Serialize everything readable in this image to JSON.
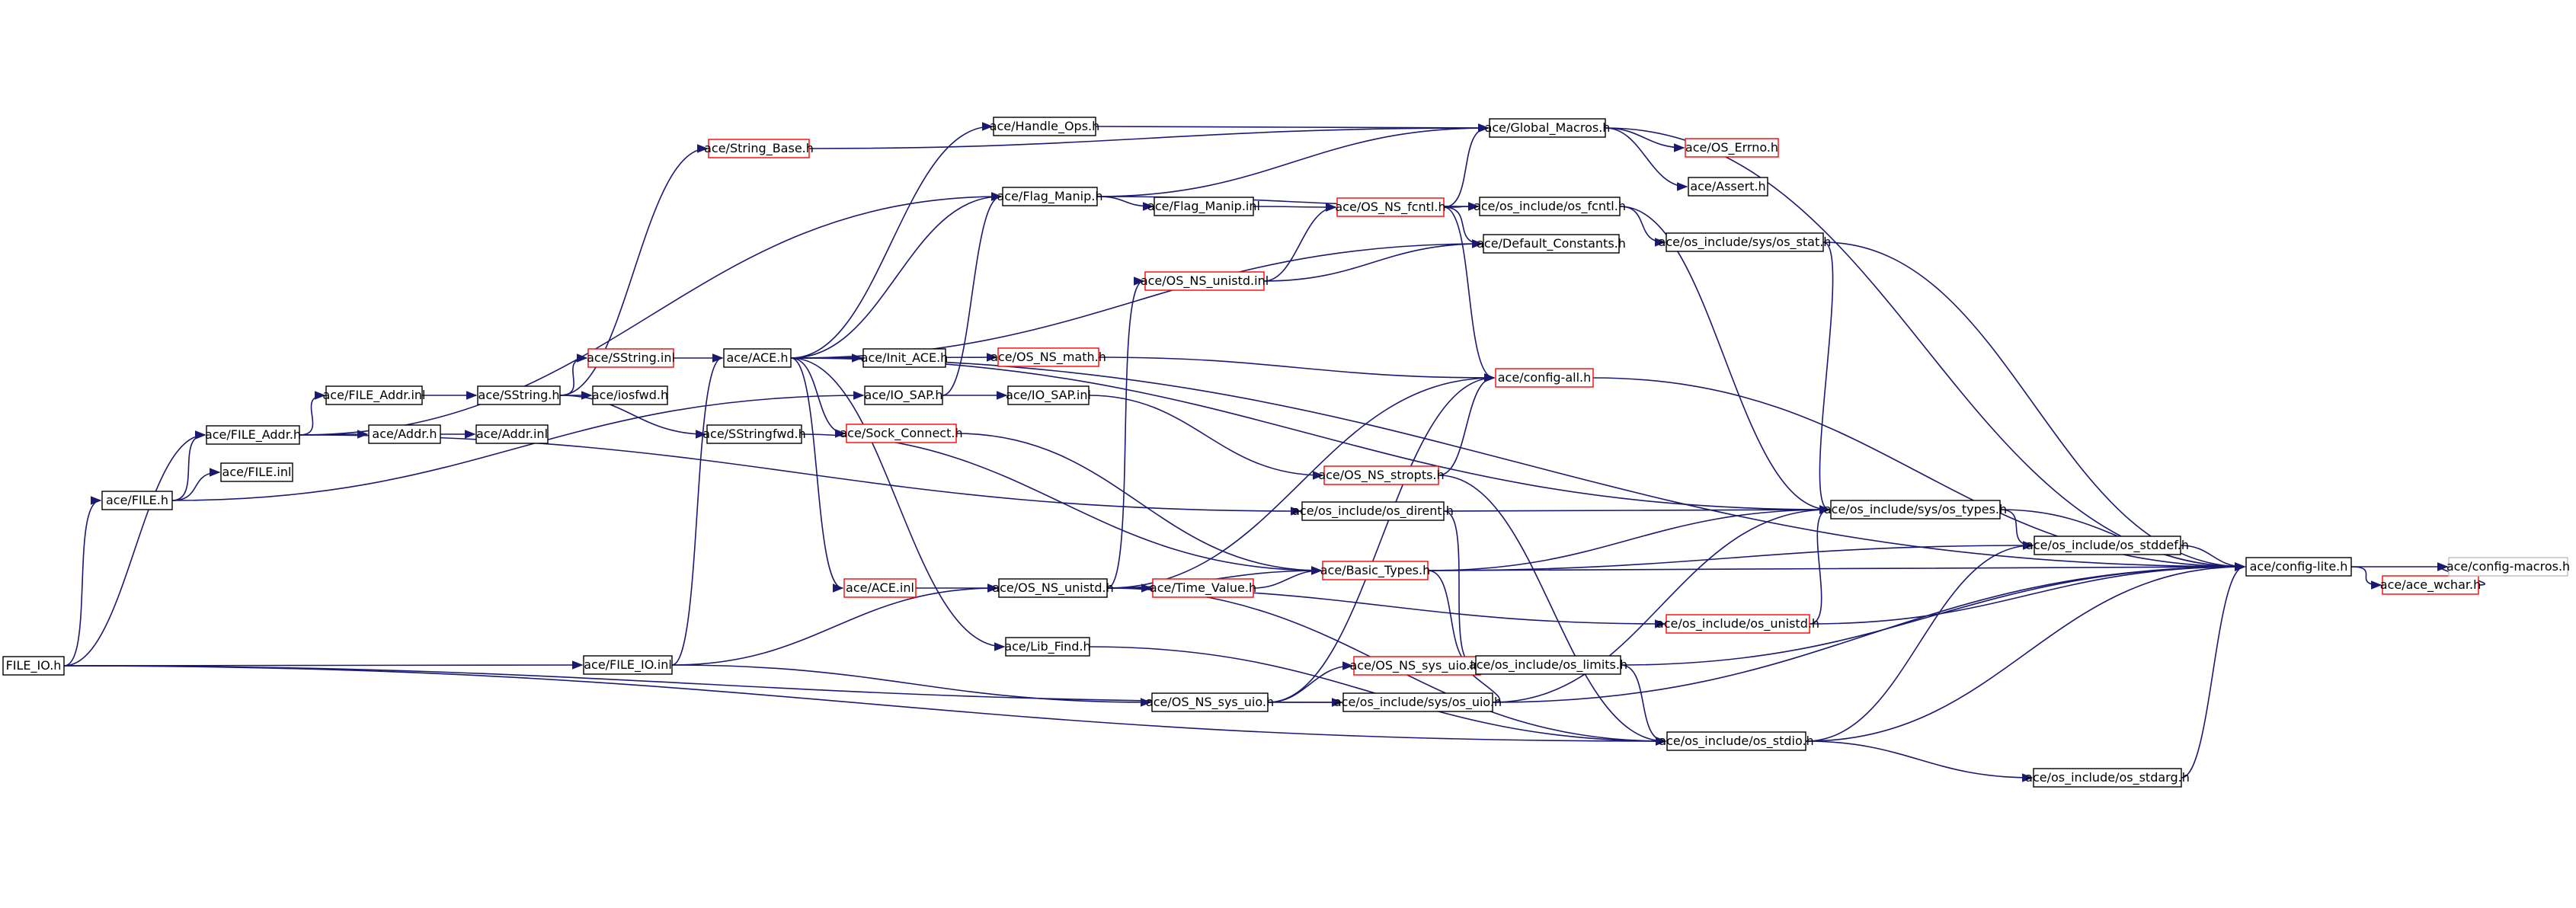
{
  "colors": {
    "edge": "#191970",
    "normal_border": "#000000",
    "truncated_border": "#ff0000",
    "root_fill": "#bfbfbf",
    "external_border": "#bfbfbf"
  },
  "nodes": [
    {
      "id": "file_io_h",
      "label": "FILE_IO.h",
      "style": "root"
    },
    {
      "id": "file_addr_h",
      "label": "ace/FILE_Addr.h",
      "style": "normal"
    },
    {
      "id": "file_h",
      "label": "ace/FILE.h",
      "style": "normal"
    },
    {
      "id": "file_inl",
      "label": "ace/FILE.inl",
      "style": "normal"
    },
    {
      "id": "file_addr_inl",
      "label": "ace/FILE_Addr.inl",
      "style": "normal"
    },
    {
      "id": "addr_h",
      "label": "ace/Addr.h",
      "style": "normal"
    },
    {
      "id": "addr_inl",
      "label": "ace/Addr.inl",
      "style": "normal"
    },
    {
      "id": "sstring_h",
      "label": "ace/SString.h",
      "style": "normal"
    },
    {
      "id": "string_base_h",
      "label": "ace/String_Base.h",
      "style": "truncated"
    },
    {
      "id": "sstring_inl",
      "label": "ace/SString.inl",
      "style": "truncated"
    },
    {
      "id": "iosfwd_h",
      "label": "ace/iosfwd.h",
      "style": "normal"
    },
    {
      "id": "sstringfwd_h",
      "label": "ace/SStringfwd.h",
      "style": "normal"
    },
    {
      "id": "ace_h",
      "label": "ace/ACE.h",
      "style": "normal"
    },
    {
      "id": "handle_ops_h",
      "label": "ace/Handle_Ops.h",
      "style": "normal"
    },
    {
      "id": "flag_manip_h",
      "label": "ace/Flag_Manip.h",
      "style": "normal"
    },
    {
      "id": "flag_manip_inl",
      "label": "ace/Flag_Manip.inl",
      "style": "normal"
    },
    {
      "id": "init_ace_h",
      "label": "ace/Init_ACE.h",
      "style": "normal"
    },
    {
      "id": "io_sap_h",
      "label": "ace/IO_SAP.h",
      "style": "normal"
    },
    {
      "id": "io_sap_inl",
      "label": "ace/IO_SAP.inl",
      "style": "normal"
    },
    {
      "id": "sock_connect_h",
      "label": "ace/Sock_Connect.h",
      "style": "truncated"
    },
    {
      "id": "ace_inl",
      "label": "ace/ACE.inl",
      "style": "truncated"
    },
    {
      "id": "os_ns_unistd_h",
      "label": "ace/OS_NS_unistd.h",
      "style": "normal"
    },
    {
      "id": "lib_find_h",
      "label": "ace/Lib_Find.h",
      "style": "normal"
    },
    {
      "id": "file_io_inl",
      "label": "ace/FILE_IO.inl",
      "style": "normal"
    },
    {
      "id": "os_ns_sys_uio_h",
      "label": "ace/OS_NS_sys_uio.h",
      "style": "normal"
    },
    {
      "id": "os_ns_sys_uio_inl",
      "label": "ace/OS_NS_sys_uio.inl",
      "style": "truncated"
    },
    {
      "id": "os_include_sys_os_uio_h",
      "label": "ace/os_include/sys/os_uio.h",
      "style": "normal"
    },
    {
      "id": "time_value_h",
      "label": "ace/Time_Value.h",
      "style": "truncated"
    },
    {
      "id": "basic_types_h",
      "label": "ace/Basic_Types.h",
      "style": "truncated"
    },
    {
      "id": "os_include_os_dirent_h",
      "label": "ace/os_include/os_dirent.h",
      "style": "normal"
    },
    {
      "id": "os_ns_stropts_h",
      "label": "ace/OS_NS_stropts.h",
      "style": "truncated"
    },
    {
      "id": "os_ns_math_h",
      "label": "ace/OS_NS_math.h",
      "style": "truncated"
    },
    {
      "id": "os_ns_unistd_inl",
      "label": "ace/OS_NS_unistd.inl",
      "style": "truncated"
    },
    {
      "id": "os_ns_fcntl_h",
      "label": "ace/OS_NS_fcntl.h",
      "style": "truncated"
    },
    {
      "id": "config_all_h",
      "label": "ace/config-all.h",
      "style": "truncated"
    },
    {
      "id": "global_macros_h",
      "label": "ace/Global_Macros.h",
      "style": "normal"
    },
    {
      "id": "os_errno_h",
      "label": "ace/OS_Errno.h",
      "style": "truncated"
    },
    {
      "id": "assert_h",
      "label": "ace/Assert.h",
      "style": "normal"
    },
    {
      "id": "os_include_os_fcntl_h",
      "label": "ace/os_include/os_fcntl.h",
      "style": "normal"
    },
    {
      "id": "default_constants_h",
      "label": "ace/Default_Constants.h",
      "style": "normal"
    },
    {
      "id": "os_include_sys_os_stat_h",
      "label": "ace/os_include/sys/os_stat.h",
      "style": "normal"
    },
    {
      "id": "os_include_sys_os_types_h",
      "label": "ace/os_include/sys/os_types.h",
      "style": "normal"
    },
    {
      "id": "os_include_os_stddef_h",
      "label": "ace/os_include/os_stddef.h",
      "style": "normal"
    },
    {
      "id": "os_include_os_unistd_h",
      "label": "ace/os_include/os_unistd.h",
      "style": "truncated"
    },
    {
      "id": "os_include_os_limits_h",
      "label": "ace/os_include/os_limits.h",
      "style": "normal"
    },
    {
      "id": "os_include_os_stdio_h",
      "label": "ace/os_include/os_stdio.h",
      "style": "normal"
    },
    {
      "id": "os_include_os_stdarg_h",
      "label": "ace/os_include/os_stdarg.h",
      "style": "normal"
    },
    {
      "id": "config_lite_h",
      "label": "ace/config-lite.h",
      "style": "normal"
    },
    {
      "id": "ace_wchar_h",
      "label": "ace/ace_wchar.h",
      "style": "truncated"
    },
    {
      "id": "config_macros_h",
      "label": "ace/config-macros.h",
      "style": "external"
    }
  ],
  "edges": [
    [
      "file_io_h",
      "file_addr_h"
    ],
    [
      "file_io_h",
      "file_h"
    ],
    [
      "file_io_h",
      "file_io_inl"
    ],
    [
      "file_io_h",
      "os_include_sys_os_uio_h"
    ],
    [
      "file_io_h",
      "os_include_os_stdio_h"
    ],
    [
      "file_h",
      "file_addr_h"
    ],
    [
      "file_h",
      "file_inl"
    ],
    [
      "file_h",
      "io_sap_h"
    ],
    [
      "file_addr_h",
      "addr_h"
    ],
    [
      "file_addr_h",
      "file_addr_inl"
    ],
    [
      "file_addr_h",
      "flag_manip_h"
    ],
    [
      "file_addr_h",
      "os_include_os_dirent_h"
    ],
    [
      "file_addr_inl",
      "sstring_h"
    ],
    [
      "addr_h",
      "addr_inl"
    ],
    [
      "sstring_h",
      "string_base_h"
    ],
    [
      "sstring_h",
      "sstring_inl"
    ],
    [
      "sstring_h",
      "iosfwd_h"
    ],
    [
      "sstring_h",
      "sstringfwd_h"
    ],
    [
      "string_base_h",
      "global_macros_h"
    ],
    [
      "sstring_inl",
      "ace_h"
    ],
    [
      "sstringfwd_h",
      "basic_types_h"
    ],
    [
      "ace_h",
      "handle_ops_h"
    ],
    [
      "ace_h",
      "flag_manip_h"
    ],
    [
      "ace_h",
      "init_ace_h"
    ],
    [
      "ace_h",
      "os_ns_math_h"
    ],
    [
      "ace_h",
      "sock_connect_h"
    ],
    [
      "ace_h",
      "ace_inl"
    ],
    [
      "ace_h",
      "lib_find_h"
    ],
    [
      "ace_h",
      "default_constants_h"
    ],
    [
      "ace_h",
      "config_lite_h"
    ],
    [
      "ace_h",
      "os_include_sys_os_types_h"
    ],
    [
      "handle_ops_h",
      "global_macros_h"
    ],
    [
      "flag_manip_h",
      "flag_manip_inl"
    ],
    [
      "flag_manip_h",
      "global_macros_h"
    ],
    [
      "flag_manip_h",
      "os_include_os_fcntl_h"
    ],
    [
      "flag_manip_inl",
      "os_ns_fcntl_h"
    ],
    [
      "io_sap_h",
      "flag_manip_h"
    ],
    [
      "io_sap_h",
      "io_sap_inl"
    ],
    [
      "io_sap_inl",
      "os_ns_stropts_h"
    ],
    [
      "sock_connect_h",
      "basic_types_h"
    ],
    [
      "ace_inl",
      "os_ns_unistd_h"
    ],
    [
      "os_ns_unistd_h",
      "time_value_h"
    ],
    [
      "os_ns_unistd_h",
      "basic_types_h"
    ],
    [
      "os_ns_unistd_h",
      "os_ns_unistd_inl"
    ],
    [
      "os_ns_unistd_h",
      "config_all_h"
    ],
    [
      "os_ns_unistd_h",
      "os_include_os_unistd_h"
    ],
    [
      "os_ns_unistd_h",
      "os_include_os_stdio_h"
    ],
    [
      "time_value_h",
      "basic_types_h"
    ],
    [
      "lib_find_h",
      "os_include_os_stdio_h"
    ],
    [
      "file_io_inl",
      "ace_h"
    ],
    [
      "file_io_inl",
      "os_ns_unistd_h"
    ],
    [
      "file_io_inl",
      "os_ns_sys_uio_h"
    ],
    [
      "os_ns_sys_uio_h",
      "os_ns_sys_uio_inl"
    ],
    [
      "os_ns_sys_uio_h",
      "os_include_sys_os_uio_h"
    ],
    [
      "os_ns_sys_uio_h",
      "config_all_h"
    ],
    [
      "os_include_sys_os_uio_h",
      "os_include_os_limits_h"
    ],
    [
      "os_include_sys_os_uio_h",
      "os_include_sys_os_types_h"
    ],
    [
      "os_include_sys_os_uio_h",
      "config_lite_h"
    ],
    [
      "basic_types_h",
      "os_include_os_limits_h"
    ],
    [
      "basic_types_h",
      "os_include_os_stddef_h"
    ],
    [
      "basic_types_h",
      "config_lite_h"
    ],
    [
      "basic_types_h",
      "os_include_sys_os_types_h"
    ],
    [
      "os_include_os_dirent_h",
      "os_include_sys_os_types_h"
    ],
    [
      "os_include_os_dirent_h",
      "os_include_os_limits_h"
    ],
    [
      "os_ns_stropts_h",
      "config_all_h"
    ],
    [
      "os_ns_stropts_h",
      "os_include_os_stdio_h"
    ],
    [
      "os_ns_math_h",
      "config_all_h"
    ],
    [
      "os_ns_unistd_inl",
      "os_ns_fcntl_h"
    ],
    [
      "os_ns_unistd_inl",
      "default_constants_h"
    ],
    [
      "os_ns_fcntl_h",
      "global_macros_h"
    ],
    [
      "os_ns_fcntl_h",
      "os_include_os_fcntl_h"
    ],
    [
      "os_ns_fcntl_h",
      "default_constants_h"
    ],
    [
      "os_ns_fcntl_h",
      "config_all_h"
    ],
    [
      "config_all_h",
      "config_lite_h"
    ],
    [
      "global_macros_h",
      "os_errno_h"
    ],
    [
      "global_macros_h",
      "assert_h"
    ],
    [
      "global_macros_h",
      "config_lite_h"
    ],
    [
      "os_include_os_fcntl_h",
      "os_include_sys_os_stat_h"
    ],
    [
      "os_include_os_fcntl_h",
      "os_include_sys_os_types_h"
    ],
    [
      "os_include_sys_os_stat_h",
      "os_include_sys_os_types_h"
    ],
    [
      "os_include_sys_os_stat_h",
      "config_lite_h"
    ],
    [
      "os_include_sys_os_types_h",
      "os_include_os_stddef_h"
    ],
    [
      "os_include_sys_os_types_h",
      "config_lite_h"
    ],
    [
      "os_include_os_stddef_h",
      "config_lite_h"
    ],
    [
      "os_include_os_unistd_h",
      "os_include_sys_os_types_h"
    ],
    [
      "os_include_os_unistd_h",
      "config_lite_h"
    ],
    [
      "os_include_os_limits_h",
      "os_include_os_stdio_h"
    ],
    [
      "os_include_os_limits_h",
      "config_lite_h"
    ],
    [
      "os_include_os_stdio_h",
      "os_include_os_stddef_h"
    ],
    [
      "os_include_os_stdio_h",
      "os_include_os_stdarg_h"
    ],
    [
      "os_include_os_stdio_h",
      "config_lite_h"
    ],
    [
      "os_include_os_stdarg_h",
      "config_lite_h"
    ],
    [
      "config_lite_h",
      "ace_wchar_h"
    ],
    [
      "config_lite_h",
      "config_macros_h"
    ],
    [
      "ace_wchar_h",
      "config_macros_h"
    ]
  ]
}
